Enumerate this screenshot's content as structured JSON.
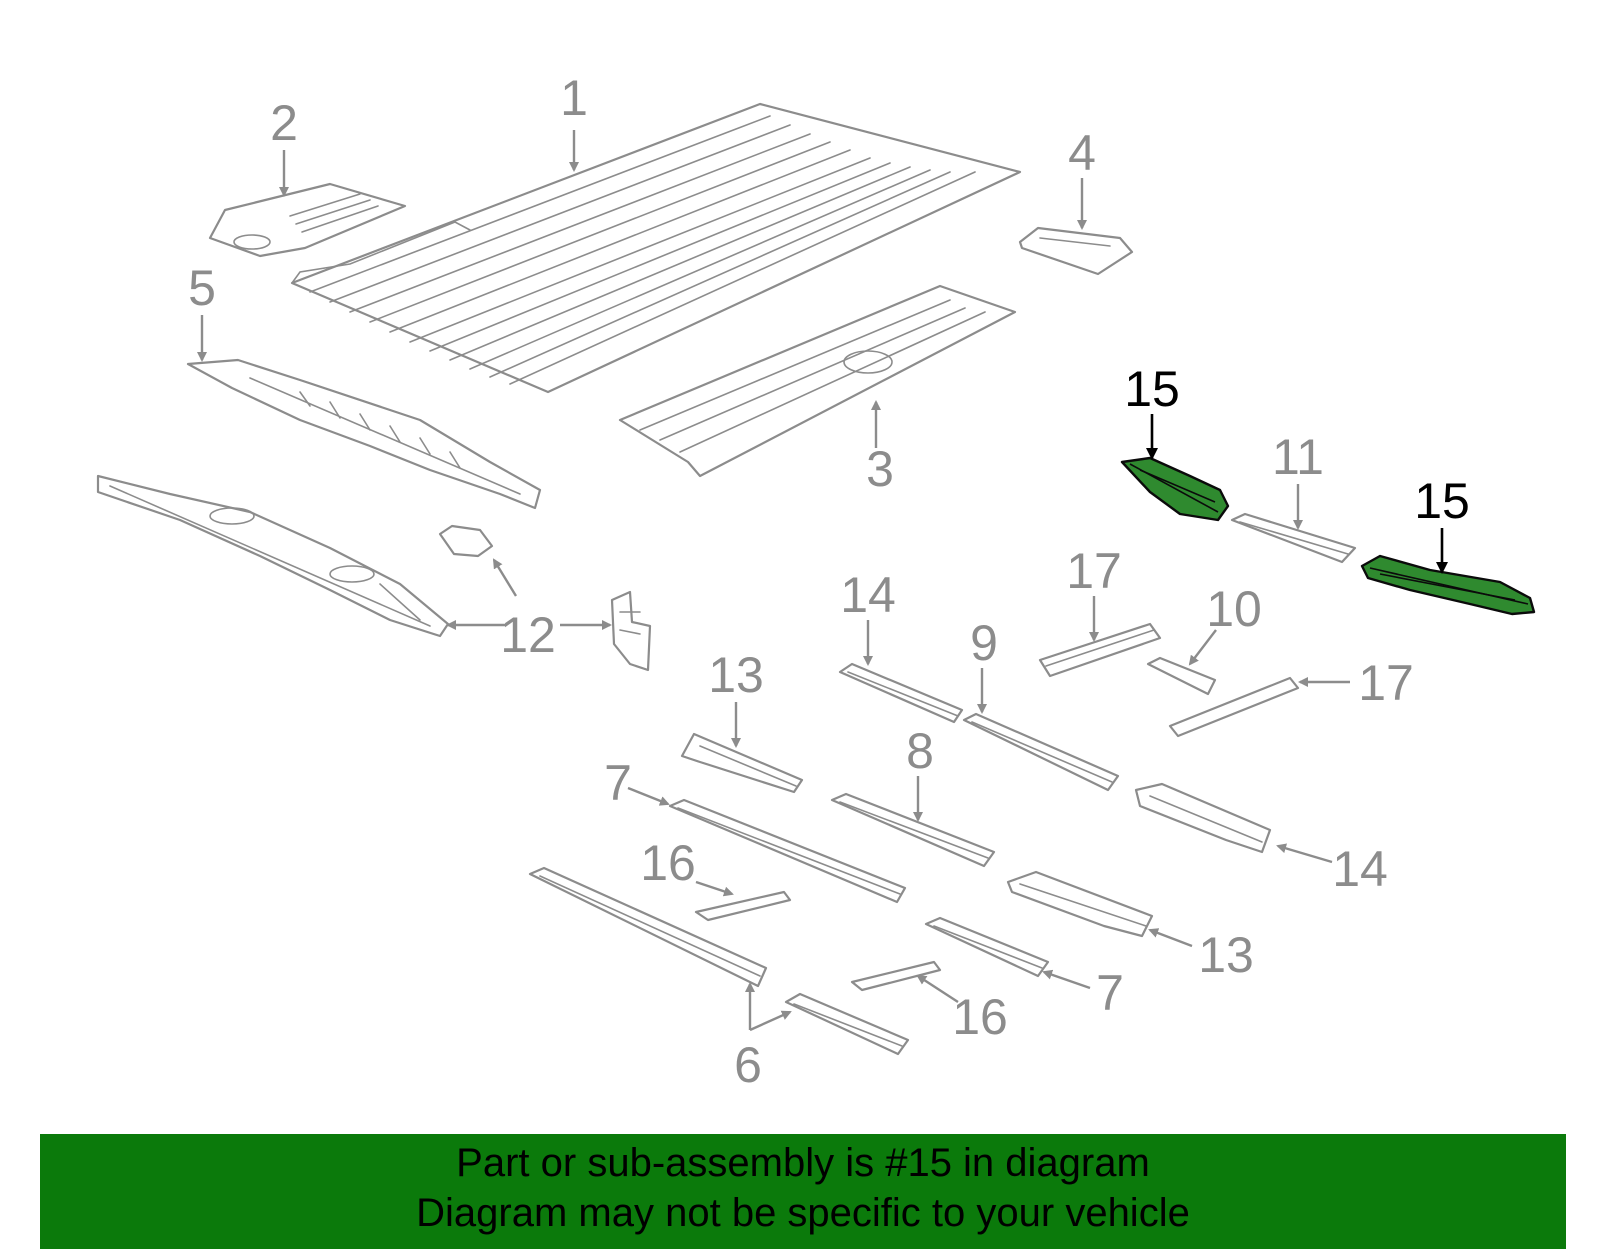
{
  "diagram": {
    "callouts": {
      "c1": "1",
      "c2": "2",
      "c3": "3",
      "c4": "4",
      "c5": "5",
      "c6": "6",
      "c7a": "7",
      "c7b": "7",
      "c8": "8",
      "c9": "9",
      "c10": "10",
      "c11": "11",
      "c12": "12",
      "c13a": "13",
      "c13b": "13",
      "c14a": "14",
      "c14b": "14",
      "c15a": "15",
      "c15b": "15",
      "c16a": "16",
      "c16b": "16",
      "c17a": "17",
      "c17b": "17"
    },
    "highlighted_part": "15",
    "colors": {
      "part_stroke": "#8c8c8c",
      "highlight_fill": "#2f8a2f",
      "banner_background": "#0b7a0b"
    }
  },
  "banner": {
    "line1": "Part or sub-assembly is #15 in diagram",
    "line2": "Diagram may not be specific to your vehicle"
  }
}
